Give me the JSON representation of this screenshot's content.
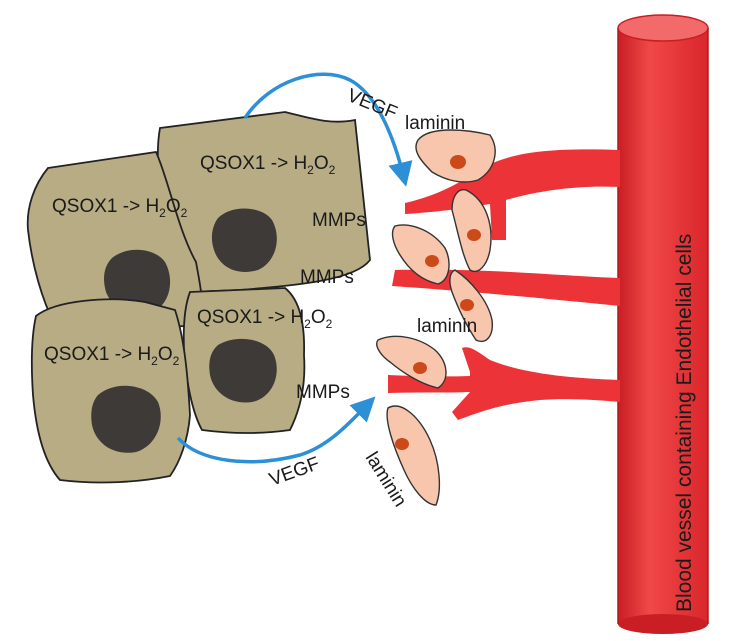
{
  "diagram": {
    "cell_labels": [
      {
        "text": "QSOX1 -> H",
        "sub1": "2",
        "mid": "O",
        "sub2": "2"
      },
      {
        "text": "QSOX1 -> H",
        "sub1": "2",
        "mid": "O",
        "sub2": "2"
      },
      {
        "text": "QSOX1 -> H",
        "sub1": "2",
        "mid": "O",
        "sub2": "2"
      },
      {
        "text": "QSOX1 -> H",
        "sub1": "2",
        "mid": "O",
        "sub2": "2"
      }
    ],
    "mmps_labels": [
      "MMPs",
      "MMPs",
      "MMPs"
    ],
    "vegf_labels": [
      "VEGF",
      "VEGF"
    ],
    "laminin_labels": [
      "laminin",
      "laminin",
      "laminin"
    ],
    "vessel_label": "Blood vessel containing Endothelial cells"
  },
  "colors": {
    "tumor_cell": "#b8ac85",
    "nucleus": "#3d3a37",
    "endothelial_cell": "#f7c6ad",
    "endothelial_nucleus": "#cc4a1a",
    "vessel": "#ec3337",
    "arrow": "#2d8fd6"
  }
}
